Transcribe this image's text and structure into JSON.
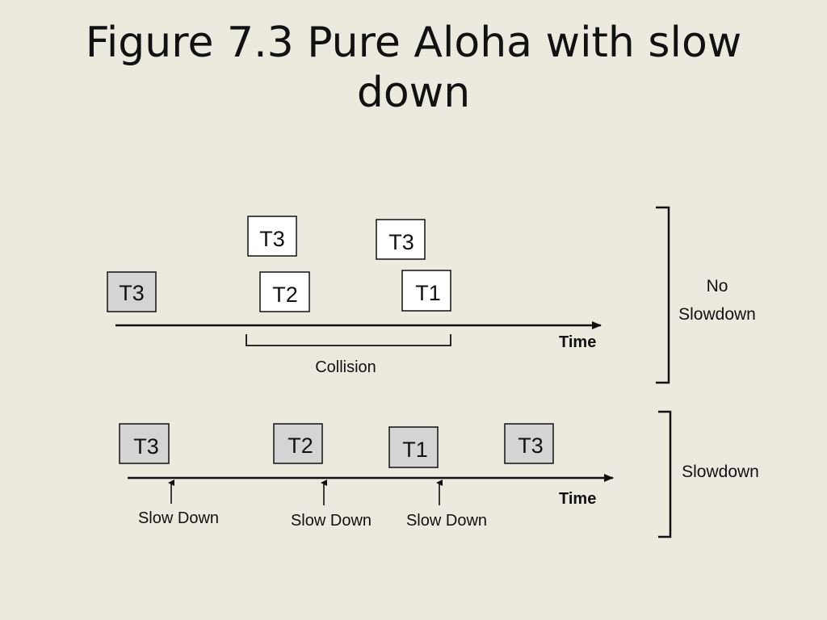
{
  "slide": {
    "title": "Figure 7.3 Pure Aloha with slow down"
  },
  "diagram": {
    "no_slowdown": {
      "label_line1": "No",
      "label_line2": "Slowdown",
      "time_label": "Time",
      "collision_label": "Collision",
      "frames": [
        {
          "label": "T3",
          "shaded": true
        },
        {
          "label": "T3",
          "shaded": false
        },
        {
          "label": "T2",
          "shaded": false
        },
        {
          "label": "T3",
          "shaded": false
        },
        {
          "label": "T1",
          "shaded": false
        }
      ]
    },
    "slowdown": {
      "label": "Slowdown",
      "time_label": "Time",
      "frames": [
        {
          "label": "T3",
          "shaded": true
        },
        {
          "label": "T2",
          "shaded": true
        },
        {
          "label": "T1",
          "shaded": true
        },
        {
          "label": "T3",
          "shaded": true
        }
      ],
      "markers": [
        {
          "label": "Slow Down"
        },
        {
          "label": "Slow Down"
        },
        {
          "label": "Slow Down"
        }
      ]
    },
    "colors": {
      "shaded_fill": "#d4d4d4",
      "plain_fill": "#ffffff",
      "stroke": "#111111"
    }
  }
}
